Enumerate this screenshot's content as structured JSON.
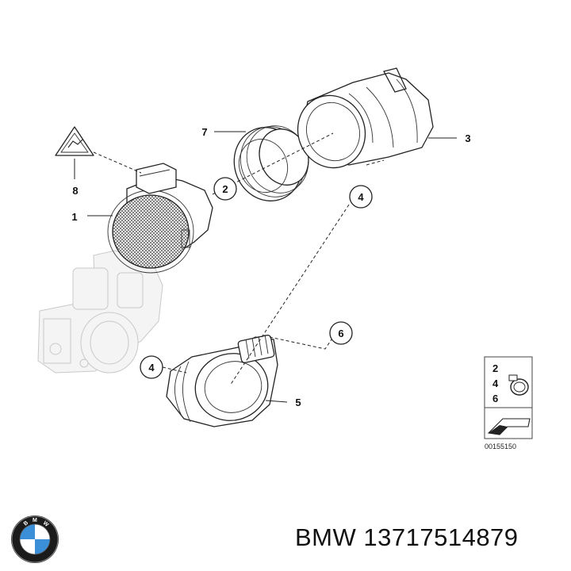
{
  "diagram": {
    "callouts": [
      "1",
      "2",
      "3",
      "4",
      "4",
      "5",
      "6",
      "7",
      "8"
    ],
    "legend": {
      "items": [
        "2",
        "4",
        "6"
      ]
    },
    "reference_number": "00155150"
  },
  "footer": {
    "brand": "BMW",
    "part_number": "13717514879"
  },
  "colors": {
    "line": "#222222",
    "background": "#ffffff",
    "bmw_blue": "#3a8fd8"
  }
}
